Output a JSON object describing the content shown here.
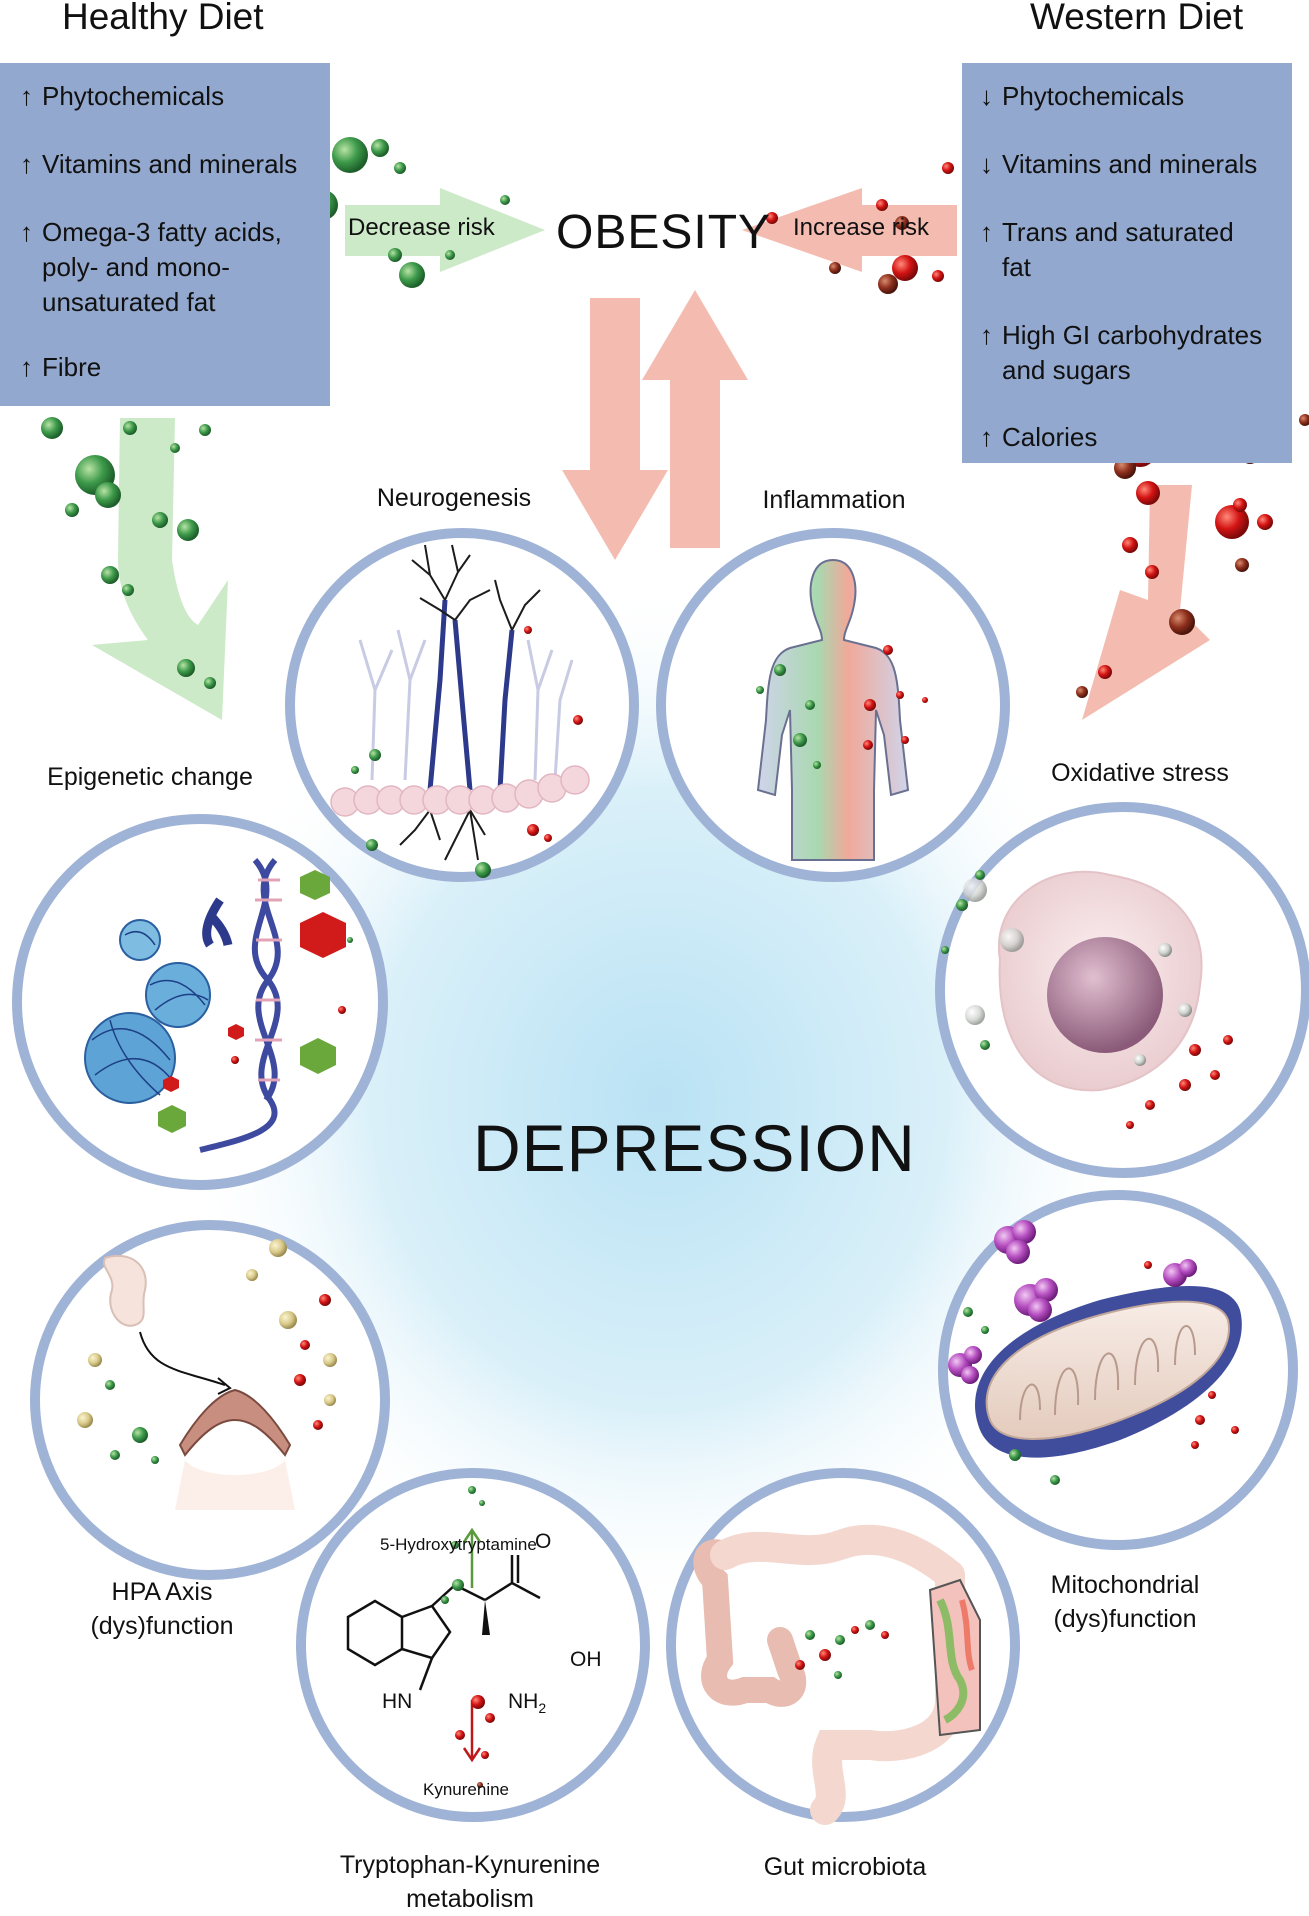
{
  "headers": {
    "healthy_title": "Healthy Diet",
    "western_title": "Western Diet"
  },
  "healthy_box": {
    "items": [
      {
        "arrow": "↑",
        "text": "Phytochemicals"
      },
      {
        "arrow": "↑",
        "text": "Vitamins and minerals"
      },
      {
        "arrow": "↑",
        "text": "Omega-3 fatty acids,\npoly- and mono-\nunsaturated fat"
      },
      {
        "arrow": "↑",
        "text": "Fibre"
      }
    ]
  },
  "western_box": {
    "items": [
      {
        "arrow": "↓",
        "text": "Phytochemicals"
      },
      {
        "arrow": "↓",
        "text": "Vitamins and minerals"
      },
      {
        "arrow": "↑",
        "text": "Trans and saturated\nfat"
      },
      {
        "arrow": "↑",
        "text": "High GI carbohydrates\nand sugars"
      },
      {
        "arrow": "↑",
        "text": "Calories"
      }
    ]
  },
  "center": {
    "obesity": "OBESITY",
    "depression": "DEPRESSION",
    "decrease_risk": "Decrease risk",
    "increase_risk": "Increase risk"
  },
  "nodes": {
    "neurogenesis": "Neurogenesis",
    "inflammation": "Inflammation",
    "epigenetic": "Epigenetic change",
    "oxidative": "Oxidative stress",
    "hpa": "HPA Axis\n(dys)function",
    "mitochondrial": "Mitochondrial\n(dys)function",
    "tryptophan": "Tryptophan-Kynurenine\nmetabolism",
    "gut": "Gut microbiota"
  },
  "molecule": {
    "serotonin": "5-Hydroxytryptamine",
    "kynurenine": "Kynurenine",
    "oxygen": "O",
    "hydroxyl": "OH",
    "amine": "NH",
    "amine_sub": "2",
    "ring_nh": "HN"
  },
  "colors": {
    "box": "#93a8cf",
    "healthy_arrow": "#cce9c8",
    "western_arrow": "#f4bcb0",
    "ring": "#9fb3d6",
    "glow": "#c4e6f5"
  }
}
